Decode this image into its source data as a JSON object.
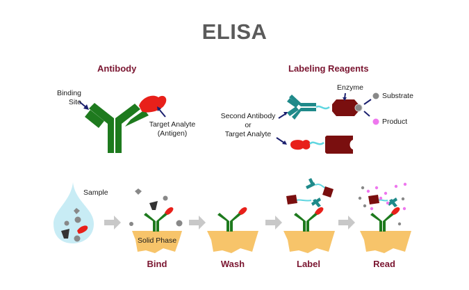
{
  "title": "ELISA",
  "antibody_section": {
    "heading": "Antibody",
    "binding_site_label": [
      "Binding",
      "Site"
    ],
    "target_label": [
      "Target Analyte",
      "(Antigen)"
    ]
  },
  "labeling_section": {
    "heading": "Labeling Reagents",
    "enzyme_label": "Enzyme",
    "substrate_label": "Substrate",
    "product_label": "Product",
    "second_antibody_label": [
      "Second Antibody",
      "or",
      "Target Analyte"
    ]
  },
  "workflow": {
    "sample_label": "Sample",
    "solid_phase_label": "Solid Phase",
    "steps": [
      {
        "label": "Bind"
      },
      {
        "label": "Wash"
      },
      {
        "label": "Label"
      },
      {
        "label": "Read"
      }
    ]
  },
  "colors": {
    "title": "#5a5a5a",
    "heading": "#7a1530",
    "antibody": "#1e7a1e",
    "antigen": "#e8201a",
    "second_antibody": "#1f8a8a",
    "enzyme": "#7a0f0f",
    "linker": "#5fd6e0",
    "substrate": "#888888",
    "product": "#ee77ee",
    "solid_phase": "#f7c46a",
    "sample_drop": "#c8ecf5",
    "arrow": "#c0c0c0",
    "pointer": "#1a1f6e"
  }
}
